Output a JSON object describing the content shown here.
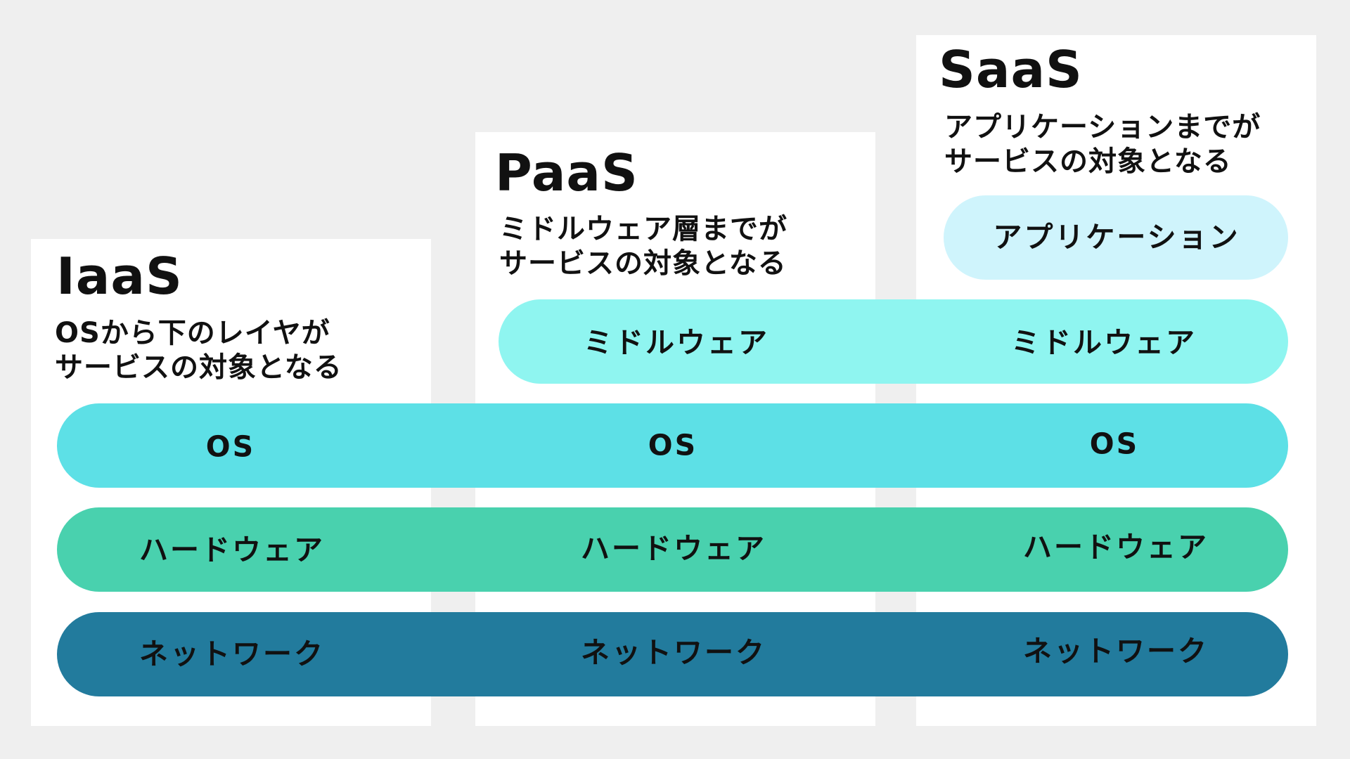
{
  "colors": {
    "background": "#efefef",
    "card": "#ffffff",
    "application": "#cff4fc",
    "middleware": "#8ff5f0",
    "os": "#5de0e6",
    "hardware": "#49d1ae",
    "network": "#227b9d"
  },
  "columns": [
    {
      "title": "IaaS",
      "description": [
        "OSから下のレイヤが",
        "サービスの対象となる"
      ]
    },
    {
      "title": "PaaS",
      "description": [
        "ミドルウェア層までが",
        "サービスの対象となる"
      ]
    },
    {
      "title": "SaaS",
      "description": [
        "アプリケーションまでが",
        "サービスの対象となる"
      ]
    }
  ],
  "layers": {
    "application": {
      "labels": [
        "アプリケーション"
      ]
    },
    "middleware": {
      "labels": [
        "ミドルウェア",
        "ミドルウェア"
      ]
    },
    "os": {
      "labels": [
        "OS",
        "OS",
        "OS"
      ]
    },
    "hardware": {
      "labels": [
        "ハードウェア",
        "ハードウェア",
        "ハードウェア"
      ]
    },
    "network": {
      "labels": [
        "ネットワーク",
        "ネットワーク",
        "ネットワーク"
      ]
    }
  }
}
